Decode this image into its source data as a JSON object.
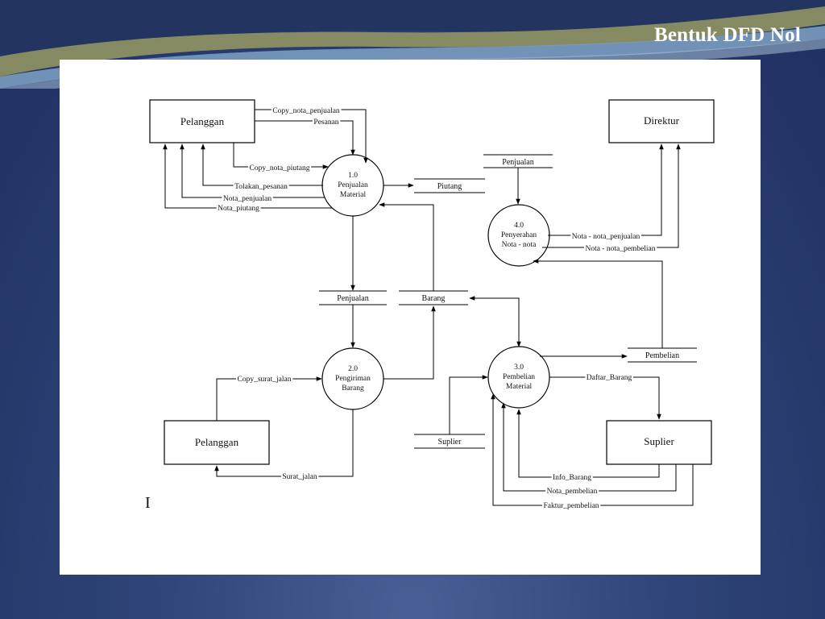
{
  "slide": {
    "title": "Bentuk DFD Nol"
  },
  "entities": {
    "pelanggan_top": "Pelanggan",
    "direktur": "Direktur",
    "pelanggan_bottom": "Pelanggan",
    "suplier": "Suplier"
  },
  "processes": {
    "p1": {
      "number": "1.0",
      "line1": "Penjualan",
      "line2": "Material"
    },
    "p2": {
      "number": "2.0",
      "line1": "Pengiriman",
      "line2": "Barang"
    },
    "p3": {
      "number": "3.0",
      "line1": "Pembelian",
      "line2": "Material"
    },
    "p4": {
      "number": "4.0",
      "line1": "Penyerahan",
      "line2": "Nota - nota"
    }
  },
  "stores": {
    "piutang": "Piutang",
    "penjualan_right": "Penjualan",
    "penjualan_mid": "Penjualan",
    "barang": "Barang",
    "pembelian": "Pembelian",
    "suplier": "Suplier"
  },
  "flows": {
    "copy_nota_penjualan": "Copy_nota_penjualan",
    "pesanan": "Pesanan",
    "copy_nota_piutang": "Copy_nota_piutang",
    "tolakan_pesanan": "Tolakan_pesanan",
    "nota_penjualan": "Nota_penjualan",
    "nota_piutang": "Nota_piutang",
    "nota_nota_penjualan": "Nota - nota_penjualan",
    "nota_nota_pembelian": "Nota - nota_pembelian",
    "copy_surat_jalan": "Copy_surat_jalan",
    "surat_jalan": "Surat_jalan",
    "daftar_barang": "Daftar_Barang",
    "info_barang": "Info_Barang",
    "nota_pembelian": "Nota_pembelian",
    "faktur_pembelian": "Faktur_pembelian"
  },
  "marks": {
    "cursor": "I"
  }
}
